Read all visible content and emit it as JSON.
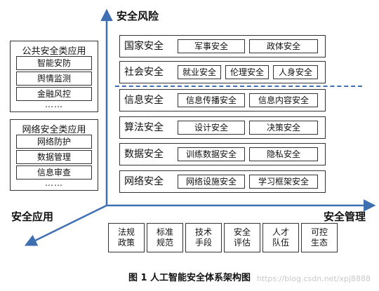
{
  "axes": {
    "y_label": "安全风险",
    "x_label": "安全管理",
    "diag_label": "安全应用"
  },
  "public_apps": {
    "title": "公共安全类应用",
    "items": [
      "智能安防",
      "舆情监测",
      "金融风控"
    ],
    "more": "……"
  },
  "network_apps": {
    "title": "网络安全类应用",
    "items": [
      "网络防护",
      "数据管理",
      "信息审查"
    ],
    "more": "……"
  },
  "risk_rows": [
    {
      "title": "国家安全",
      "items": [
        "军事安全",
        "政体安全"
      ]
    },
    {
      "title": "社会安全",
      "items": [
        "就业安全",
        "伦理安全",
        "人身安全"
      ]
    },
    {
      "title": "信息安全",
      "items": [
        "信息传播安全",
        "信息内容安全"
      ]
    },
    {
      "title": "算法安全",
      "items": [
        "设计安全",
        "决策安全"
      ]
    },
    {
      "title": "数据安全",
      "items": [
        "训练数据安全",
        "隐私安全"
      ]
    },
    {
      "title": "网络安全",
      "items": [
        "网络设施安全",
        "学习框架安全"
      ]
    }
  ],
  "management": [
    {
      "line1": "法规",
      "line2": "政策"
    },
    {
      "line1": "标准",
      "line2": "规范"
    },
    {
      "line1": "技术",
      "line2": "手段"
    },
    {
      "line1": "安全",
      "line2": "评估"
    },
    {
      "line1": "人才",
      "line2": "队伍"
    },
    {
      "line1": "可控",
      "line2": "生态"
    }
  ],
  "caption": "图 1  人工智能安全体系架构图",
  "watermark": "https://blog.csdn.net/xpj8888",
  "colors": {
    "axis": "#3e6fb0",
    "dash": "#3e6fb0",
    "border": "#333333"
  }
}
